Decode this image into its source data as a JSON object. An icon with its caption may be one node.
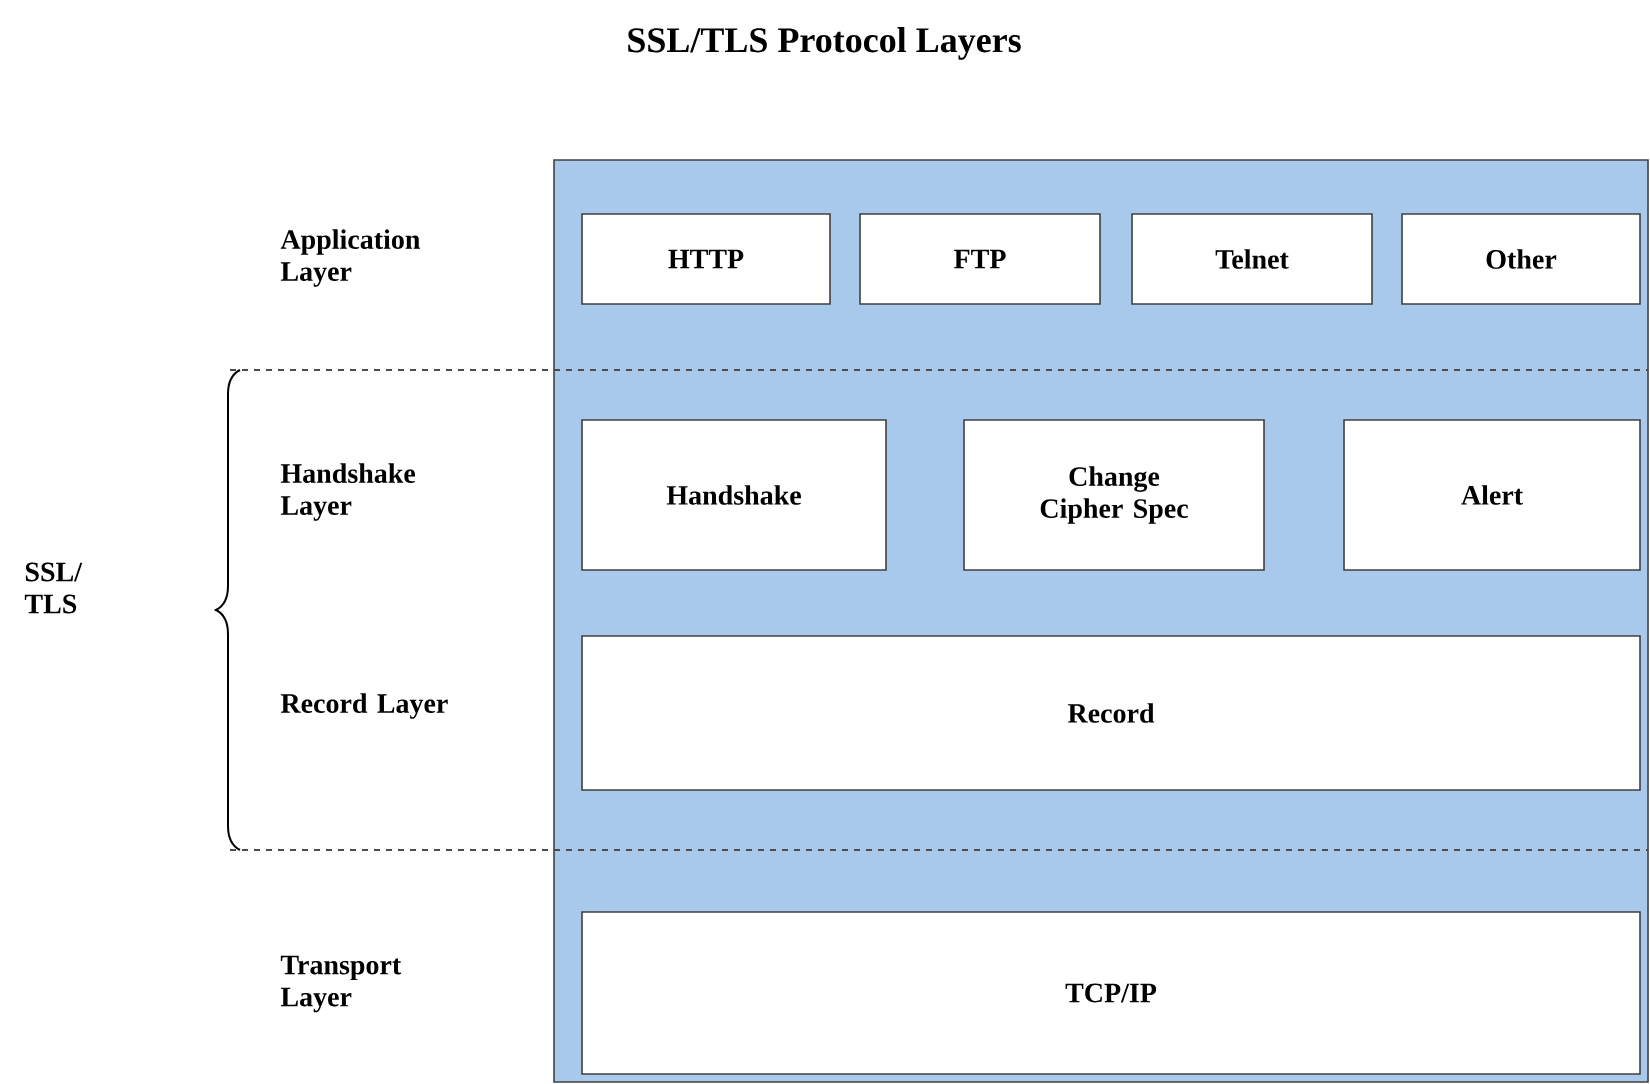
{
  "diagram": {
    "title": "SSL/TLS Protocol Layers",
    "nodes": [
      {
        "text": [],
        "shape": "box"
      },
      {
        "text": [
          "HTTP"
        ],
        "in": 0
      },
      {
        "text": [
          "FTP"
        ],
        "in": 0
      },
      {
        "text": [
          "Telnet"
        ],
        "in": 0
      },
      {
        "text": [
          "Other"
        ],
        "in": 0
      },
      {
        "text": [
          "Handshake"
        ],
        "in": 0
      },
      {
        "text": [
          "Change Cipher Spec"
        ],
        "in": 0
      },
      {
        "text": [
          "Alert"
        ],
        "in": 0
      },
      {
        "text": [
          "Record"
        ],
        "in": 0
      },
      {
        "text": [
          "TCP/IP"
        ],
        "in": 0
      }
    ],
    "labels": [
      "Application Layer",
      "Handshake Layer",
      "SSL/ TLS",
      "Record Layer",
      "Transport Layer"
    ]
  }
}
